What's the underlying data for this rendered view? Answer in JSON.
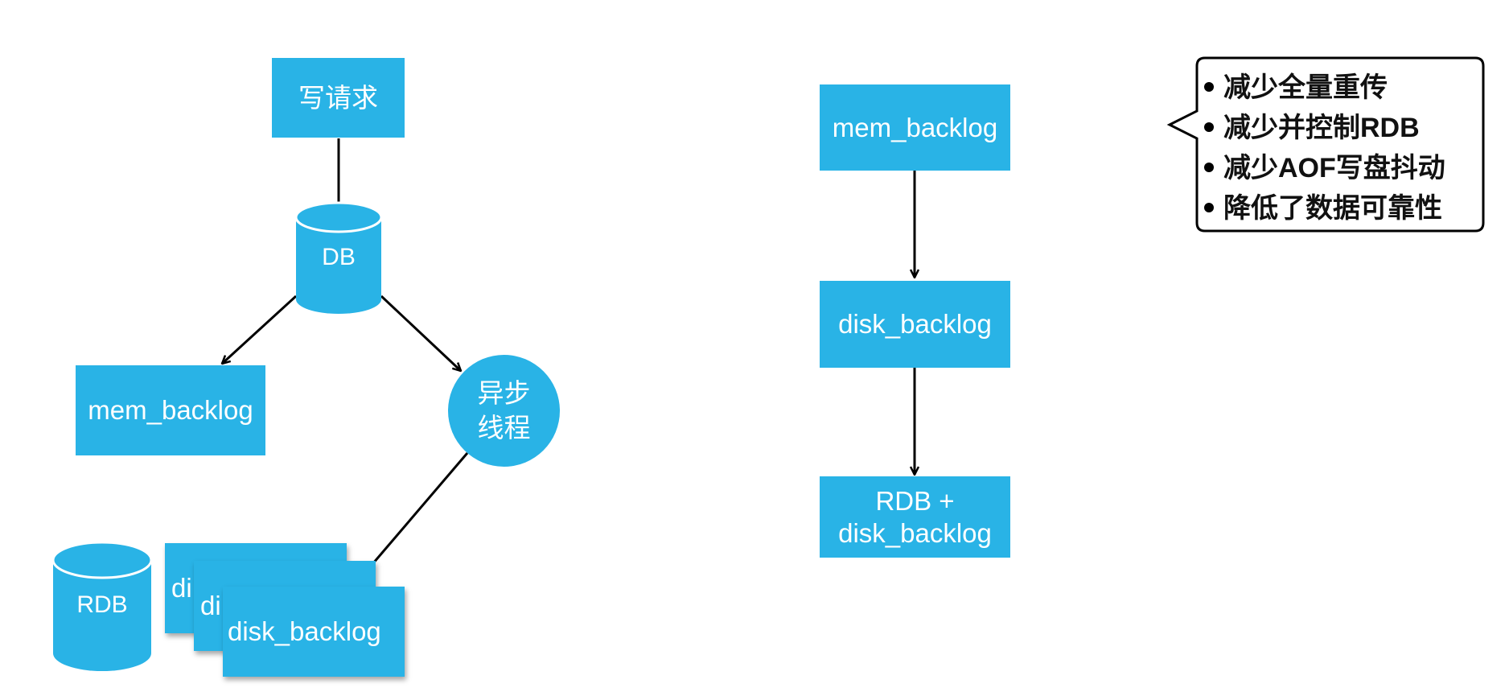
{
  "left_diagram": {
    "write_request": "写请求",
    "db": "DB",
    "mem_backlog": "mem_backlog",
    "async_thread_line1": "异步",
    "async_thread_line2": "线程",
    "rdb": "RDB",
    "disk_stack_back1": "di",
    "disk_stack_back2": "di",
    "disk_backlog": "disk_backlog"
  },
  "right_diagram": {
    "mem_backlog": "mem_backlog",
    "disk_backlog": "disk_backlog",
    "rdb_plus_line1": "RDB +",
    "rdb_plus_line2": "disk_backlog"
  },
  "callout": {
    "items": [
      "减少全量重传",
      "减少并控制RDB",
      "减少AOF写盘抖动",
      "降低了数据可靠性"
    ]
  },
  "colors": {
    "box_fill": "#29b3e6",
    "text": "#ffffff",
    "arrow": "#000000"
  }
}
